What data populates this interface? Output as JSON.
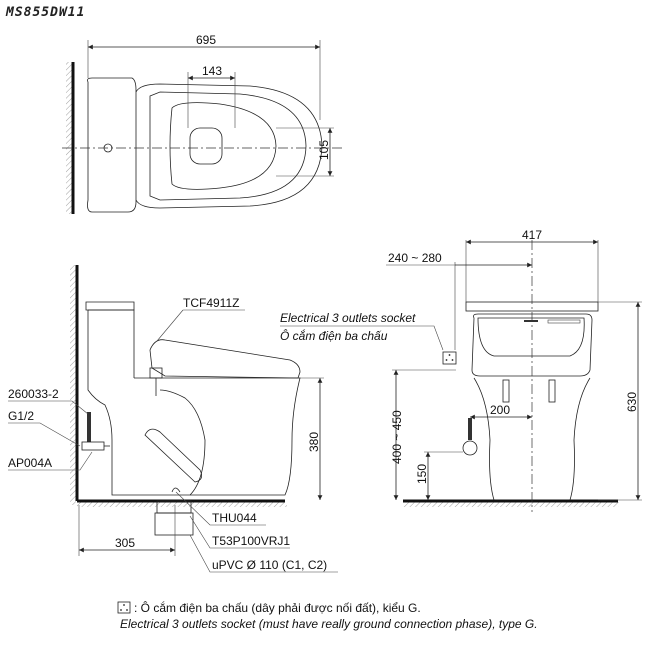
{
  "title": "MS855DW11",
  "top_view": {
    "dim_length": "695",
    "dim_width": "143",
    "dim_offset": "105"
  },
  "side_view": {
    "seat_model": "TCF4911Z",
    "hose_model": "260033-2",
    "thread": "G1/2",
    "valve_model": "AP004A",
    "dim_height": "380",
    "dim_rough_in": "305",
    "flange_model": "THU044",
    "drain_model": "T53P100VRJ1",
    "pipe": "uPVC Ø 110 (C1, C2)"
  },
  "front_view": {
    "socket_label_en": "Electrical 3 outlets socket",
    "socket_label_vi": "Ô cắm điện ba chấu",
    "dim_width": "417",
    "dim_socket_offset": "240 ~ 280",
    "dim_total_height": "630",
    "dim_socket_height": "400 ~ 450",
    "dim_valve_height": "150",
    "dim_valve_offset": "200"
  },
  "footnote": {
    "vi": ": Ô cắm điện ba chấu (dây phải được nối đất), kiểu G.",
    "en": "Electrical 3 outlets socket (must have really ground connection phase), type G."
  }
}
